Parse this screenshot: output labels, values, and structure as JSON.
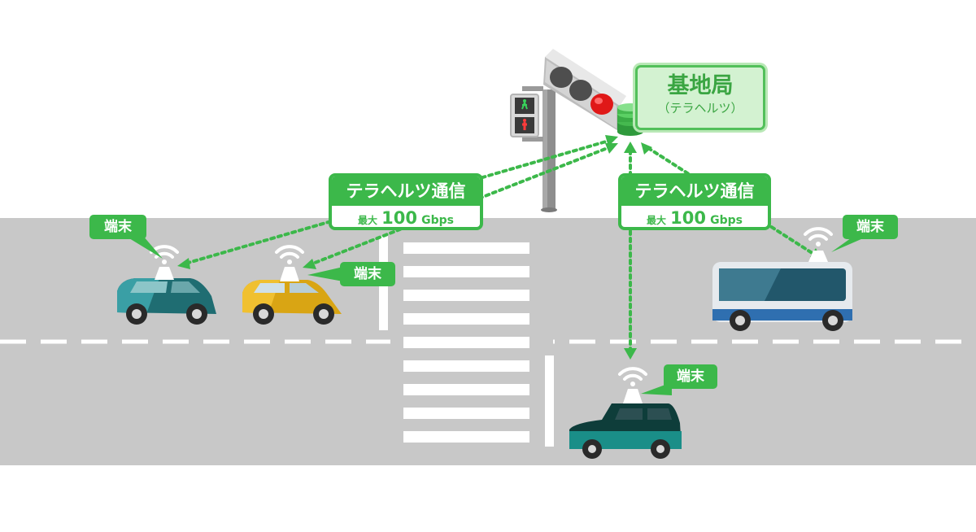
{
  "base_station": {
    "title": "基地局",
    "subtitle": "（テラヘルツ）"
  },
  "communication_links": [
    {
      "label": "テラヘルツ通信",
      "speed_prefix": "最大",
      "speed_value": "100",
      "speed_unit": "Gbps"
    },
    {
      "label": "テラヘルツ通信",
      "speed_prefix": "最大",
      "speed_value": "100",
      "speed_unit": "Gbps"
    }
  ],
  "terminals": [
    {
      "label": "端末",
      "vehicle": "teal-car"
    },
    {
      "label": "端末",
      "vehicle": "yellow-car"
    },
    {
      "label": "端末",
      "vehicle": "bus"
    },
    {
      "label": "端末",
      "vehicle": "dark-car"
    }
  ],
  "icons": [
    "traffic-signal-icon",
    "pedestrian-signal-icon",
    "antenna-icon",
    "wifi-icon"
  ],
  "colors": {
    "accent_green": "#3cb84a",
    "road_gray": "#c8c8c8",
    "station_fill": "#d3f2d1",
    "signal_red": "#e01818"
  }
}
